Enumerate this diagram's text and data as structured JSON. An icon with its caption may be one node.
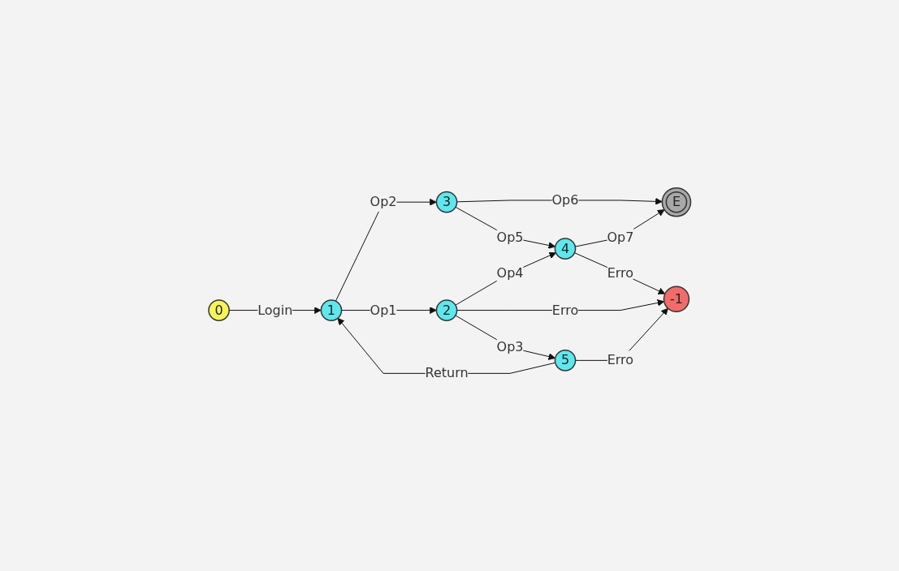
{
  "diagram": {
    "nodes": [
      {
        "text": [
          "E"
        ]
      },
      {
        "text": [
          "3"
        ]
      },
      {
        "text": [
          "4"
        ]
      },
      {
        "text": [
          "-1"
        ]
      },
      {
        "text": [
          "0"
        ]
      },
      {
        "text": [
          "1"
        ]
      },
      {
        "text": [
          "2"
        ]
      },
      {
        "text": [
          "5"
        ]
      }
    ],
    "edges": [
      {
        "from": 4,
        "to": 5,
        "arrow": "to",
        "label": "Login"
      },
      {
        "from": 5,
        "to": 1,
        "arrow": "to",
        "label": "Op2"
      },
      {
        "from": 5,
        "to": 6,
        "arrow": "to",
        "label": "Op1"
      },
      {
        "from": 1,
        "to": 0,
        "arrow": "to",
        "label": "Op6"
      },
      {
        "from": 2,
        "to": 0,
        "arrow": "to",
        "label": "Op7"
      },
      {
        "from": 1,
        "to": 2,
        "arrow": "to",
        "label": "Op5"
      },
      {
        "from": 2,
        "to": 3,
        "arrow": "to",
        "label": "Erro"
      },
      {
        "from": 6,
        "to": 2,
        "arrow": "to",
        "label": "Op4"
      },
      {
        "from": 6,
        "to": 3,
        "arrow": "to",
        "label": "Erro"
      },
      {
        "from": 6,
        "to": 7,
        "arrow": "to",
        "label": "Op3"
      },
      {
        "from": 7,
        "to": 3,
        "arrow": "to",
        "label": "Erro"
      },
      {
        "from": 7,
        "to": 5,
        "arrow": "to",
        "label": "Return"
      }
    ]
  }
}
